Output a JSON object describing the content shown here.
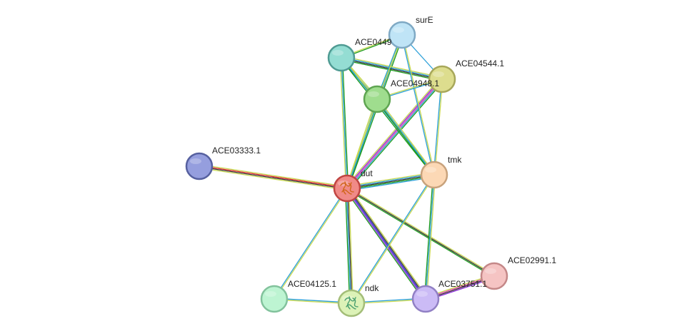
{
  "nodes": [
    {
      "id": "surE",
      "label": "surE",
      "fill": "#bfe4f6",
      "stroke": "#7fa9c4"
    },
    {
      "id": "ace0449",
      "label": "ACE0449",
      "fill": "#94ddd3",
      "stroke": "#4f9b93"
    },
    {
      "id": "ace04544",
      "label": "ACE04544.1",
      "fill": "#dddd8e",
      "stroke": "#a7a75a"
    },
    {
      "id": "ace04948",
      "label": "ACE04948.1",
      "fill": "#9fdd8e",
      "stroke": "#5ea451"
    },
    {
      "id": "ace03333",
      "label": "ACE03333.1",
      "fill": "#959ede",
      "stroke": "#56609f"
    },
    {
      "id": "dut",
      "label": "dut",
      "fill": "#f08a87",
      "stroke": "#c04542"
    },
    {
      "id": "tmk",
      "label": "tmk",
      "fill": "#fcd8b5",
      "stroke": "#c8a27c"
    },
    {
      "id": "ace02991",
      "label": "ACE02991.1",
      "fill": "#f5c4c3",
      "stroke": "#c48888"
    },
    {
      "id": "ace04125",
      "label": "ACE04125.1",
      "fill": "#bdf4d2",
      "stroke": "#82c29c"
    },
    {
      "id": "ndk",
      "label": "ndk",
      "fill": "#dcf2b7",
      "stroke": "#a3bd78"
    },
    {
      "id": "ace03751",
      "label": "ACE03751.1",
      "fill": "#cbbbf6",
      "stroke": "#9180c4"
    }
  ],
  "edges": [
    {
      "source": "dut",
      "target": "ace03333",
      "colors": [
        "#c8d850",
        "#333333",
        "#dd2222",
        "#c8d850"
      ]
    },
    {
      "source": "dut",
      "target": "tmk",
      "colors": [
        "#c8d850",
        "#2a9fd8",
        "#333333",
        "#1c9a1c",
        "#2a9fd8"
      ]
    },
    {
      "source": "dut",
      "target": "ace04544",
      "colors": [
        "#c8d850",
        "#8b2ad8",
        "#dd44aa",
        "#2a9fd8",
        "#1c9a1c"
      ]
    },
    {
      "source": "dut",
      "target": "ace04948",
      "colors": [
        "#c8d850",
        "#2a9fd8",
        "#1c9a1c"
      ]
    },
    {
      "source": "dut",
      "target": "ace0449",
      "colors": [
        "#c8d850",
        "#2a9fd8",
        "#1c9a1c"
      ]
    },
    {
      "source": "dut",
      "target": "surE",
      "colors": [
        "#c8d850",
        "#2a9fd8",
        "#1c9a1c"
      ]
    },
    {
      "source": "dut",
      "target": "ace02991",
      "colors": [
        "#c8d850",
        "#333333",
        "#1c9a1c"
      ]
    },
    {
      "source": "dut",
      "target": "ace03751",
      "colors": [
        "#c8d850",
        "#333333",
        "#2222cc",
        "#8b2ad8",
        "#1c9a1c"
      ]
    },
    {
      "source": "dut",
      "target": "ndk",
      "colors": [
        "#c8d850",
        "#333333",
        "#2a9fd8",
        "#1c9a1c"
      ]
    },
    {
      "source": "dut",
      "target": "ace04125",
      "colors": [
        "#c8d850",
        "#2a9fd8"
      ]
    },
    {
      "source": "ace0449",
      "target": "surE",
      "colors": [
        "#c8d850",
        "#1c9a1c"
      ]
    },
    {
      "source": "ace0449",
      "target": "ace04544",
      "colors": [
        "#c8d850",
        "#2a9fd8",
        "#333333",
        "#1c9a1c"
      ]
    },
    {
      "source": "ace0449",
      "target": "ace04948",
      "colors": [
        "#c8d850",
        "#2a9fd8",
        "#1c9a1c"
      ]
    },
    {
      "source": "ace0449",
      "target": "tmk",
      "colors": [
        "#c8d850",
        "#2a9fd8",
        "#1c9a1c"
      ]
    },
    {
      "source": "surE",
      "target": "ace04544",
      "colors": [
        "#2a9fd8"
      ]
    },
    {
      "source": "surE",
      "target": "ace04948",
      "colors": [
        "#c8d850",
        "#2a9fd8"
      ]
    },
    {
      "source": "surE",
      "target": "tmk",
      "colors": [
        "#c8d850",
        "#2a9fd8"
      ]
    },
    {
      "source": "ace04948",
      "target": "ace04544",
      "colors": [
        "#c8d850",
        "#2a9fd8"
      ]
    },
    {
      "source": "ace04948",
      "target": "tmk",
      "colors": [
        "#c8d850",
        "#2a9fd8",
        "#1c9a1c"
      ]
    },
    {
      "source": "ace04544",
      "target": "tmk",
      "colors": [
        "#c8d850",
        "#2a9fd8"
      ]
    },
    {
      "source": "tmk",
      "target": "ace03751",
      "colors": [
        "#c8d850",
        "#2a9fd8",
        "#1c9a1c"
      ]
    },
    {
      "source": "tmk",
      "target": "ndk",
      "colors": [
        "#c8d850",
        "#2a9fd8"
      ]
    },
    {
      "source": "ace03751",
      "target": "ace02991",
      "colors": [
        "#c8d850",
        "#dd44aa",
        "#333333",
        "#8b2ad8"
      ]
    },
    {
      "source": "ace03751",
      "target": "ndk",
      "colors": [
        "#c8d850",
        "#2a9fd8"
      ]
    },
    {
      "source": "ndk",
      "target": "ace04125",
      "colors": [
        "#c8d850",
        "#2a9fd8"
      ]
    }
  ]
}
